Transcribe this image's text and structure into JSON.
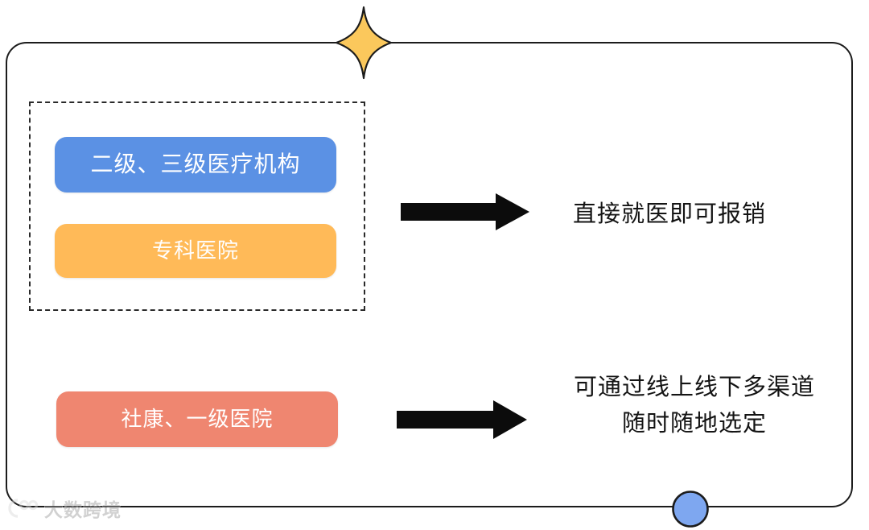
{
  "frame": {
    "decoration_star": "four-point-sparkle",
    "decoration_star_color": "#FBC85C",
    "decoration_dot_color": "#7EA7F0",
    "border_color": "#1C1C1C"
  },
  "group_box": {
    "style": "dashed",
    "items": [
      {
        "label": "二级、三级医疗机构",
        "color": "#5B91E4",
        "name": "tier-2-3-medical-institutions"
      },
      {
        "label": "专科医院",
        "color": "#FFBA58",
        "name": "specialty-hospital"
      }
    ]
  },
  "standalone_box": {
    "label": "社康、一级医院",
    "color": "#EF8670",
    "name": "community-health-tier-1-hospital"
  },
  "flows": [
    {
      "arrow": "right-arrow",
      "text": "直接就医即可报销"
    },
    {
      "arrow": "right-arrow",
      "line1": "可通过线上线下多渠道",
      "line2": "随时随地选定"
    }
  ],
  "watermark": {
    "text": "大数跨境",
    "logo": "bigdata-crossborder-logo"
  }
}
